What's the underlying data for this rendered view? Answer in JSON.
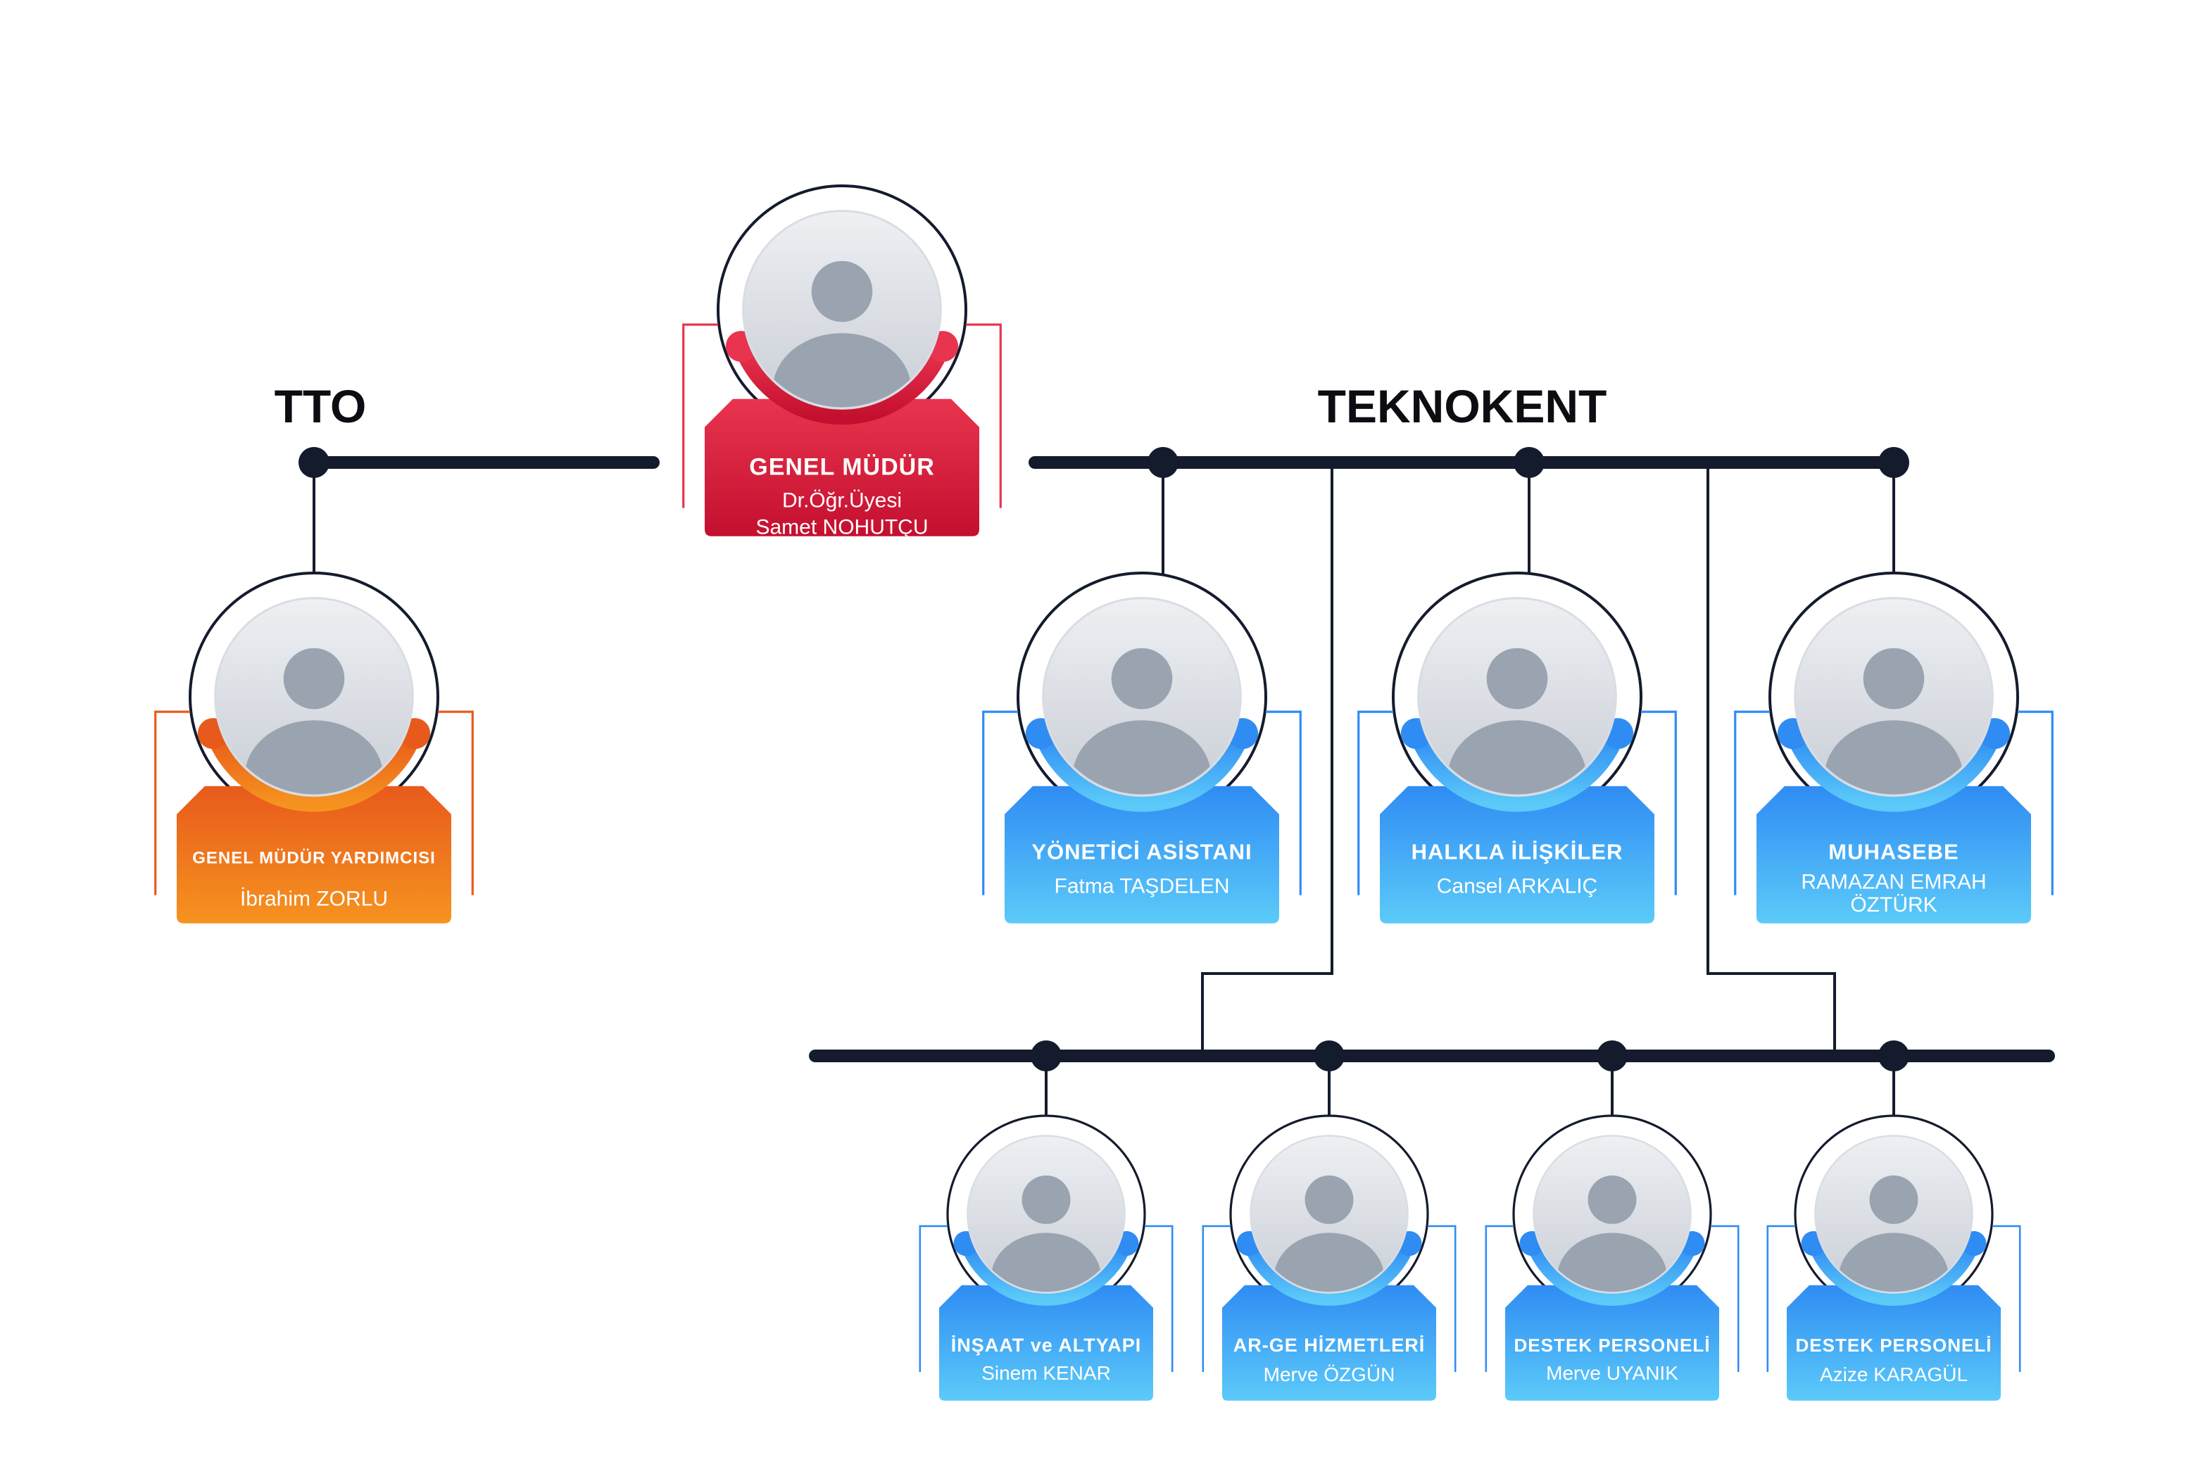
{
  "sections": {
    "tto": "TTO",
    "teknokent": "TEKNOKENT"
  },
  "people": {
    "genel_mudur": {
      "role": "GENEL MÜDÜR",
      "title": "Dr.Öğr.Üyesi",
      "name": "Samet NOHUTÇU",
      "theme": "red"
    },
    "yardimci": {
      "role": "GENEL MÜDÜR YARDIMCISI",
      "name": "İbrahim ZORLU",
      "theme": "orange"
    },
    "asistan": {
      "role": "YÖNETİCİ ASİSTANI",
      "name": "Fatma TAŞDELEN",
      "theme": "blue"
    },
    "halkla": {
      "role": "HALKLA İLİŞKİLER",
      "name": "Cansel ARKALIÇ",
      "theme": "blue"
    },
    "muhasebe": {
      "role": "MUHASEBE",
      "name": "RAMAZAN EMRAH",
      "name2": "ÖZTÜRK",
      "theme": "blue"
    },
    "insaat": {
      "role": "İNŞAAT ve ALTYAPI",
      "name": "Sinem KENAR",
      "theme": "blue"
    },
    "arge": {
      "role": "AR-GE HİZMETLERİ",
      "name": "Merve ÖZGÜN",
      "theme": "blue"
    },
    "destek1": {
      "role": "DESTEK PERSONELİ",
      "name": "Merve UYANIK",
      "theme": "blue"
    },
    "destek2": {
      "role": "DESTEK PERSONELİ",
      "name": "Azize KARAGÜL",
      "theme": "blue"
    }
  },
  "colors": {
    "connector": "#141b2d",
    "red_top": "#e8344e",
    "red_bottom": "#c4102f",
    "orange_top": "#e85a1c",
    "orange_bottom": "#f6931f",
    "blue_top": "#2f8cf3",
    "blue_bottom": "#5ccaf9"
  }
}
